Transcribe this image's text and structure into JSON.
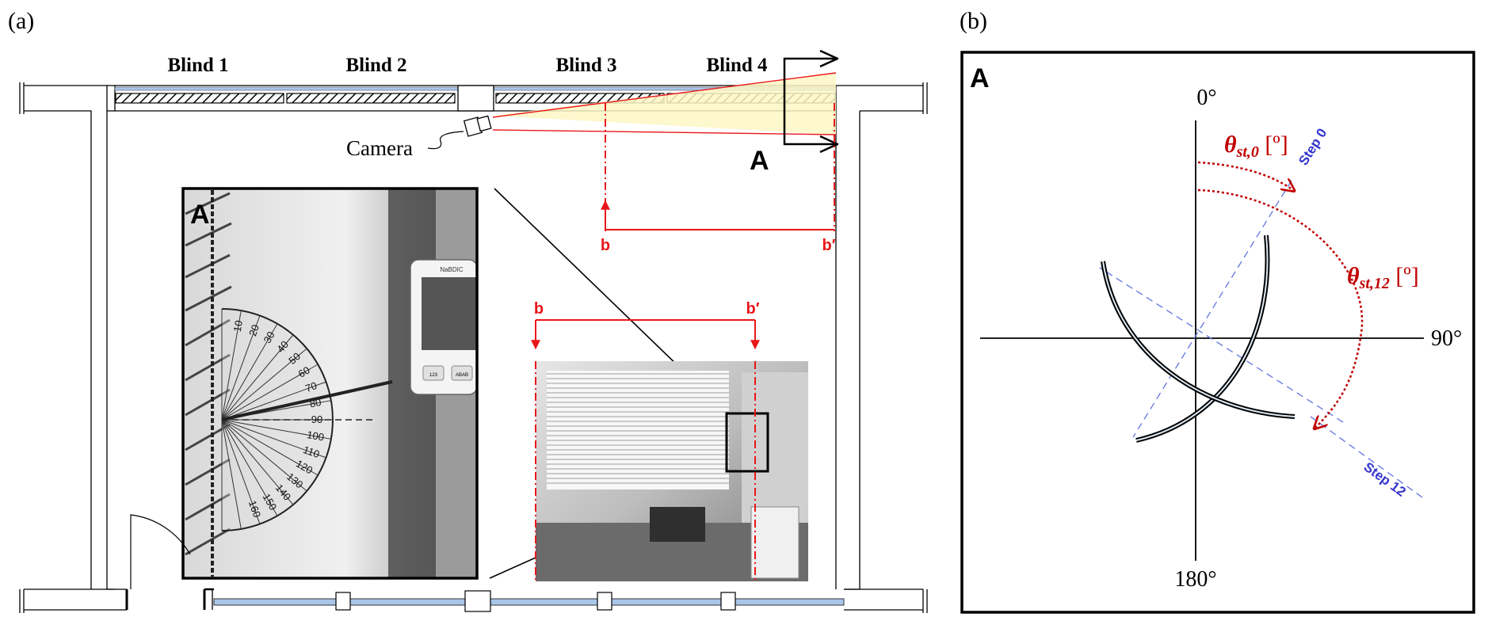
{
  "panels": [
    {
      "label": "(a)",
      "blinds": [
        "Blind 1",
        "Blind 2",
        "Blind 3",
        "Blind 4"
      ],
      "camera_label": "Camera",
      "section_marker": "A",
      "dim_left": "b",
      "dim_right": "b′",
      "inset_marker": "A",
      "protractor_ticks": [
        "10",
        "20",
        "30",
        "40",
        "50",
        "60",
        "70",
        "80",
        "90",
        "100",
        "110",
        "120",
        "130",
        "140",
        "150",
        "160"
      ],
      "device_brand": "NaBDIC",
      "device_buttons": [
        "123",
        "ABAB"
      ],
      "photo_dim_left": "b",
      "photo_dim_right": "b′"
    },
    {
      "label": "(b)",
      "marker": "A",
      "angle_top": "0°",
      "angle_right": "90°",
      "angle_bottom": "180°",
      "theta0_label": "θ",
      "theta0_sub": "st,0",
      "theta0_unit": " [º]",
      "theta12_label": "θ",
      "theta12_sub": "st,12",
      "theta12_unit": " [º]",
      "step0_label": "Step 0",
      "step12_label": "Step 12"
    }
  ],
  "colors": {
    "red": "#e8161a",
    "dark_red": "#c00000",
    "blue": "#3333cc",
    "glass": "#a9c6e8",
    "fov_fill": "#fdf7c4"
  }
}
